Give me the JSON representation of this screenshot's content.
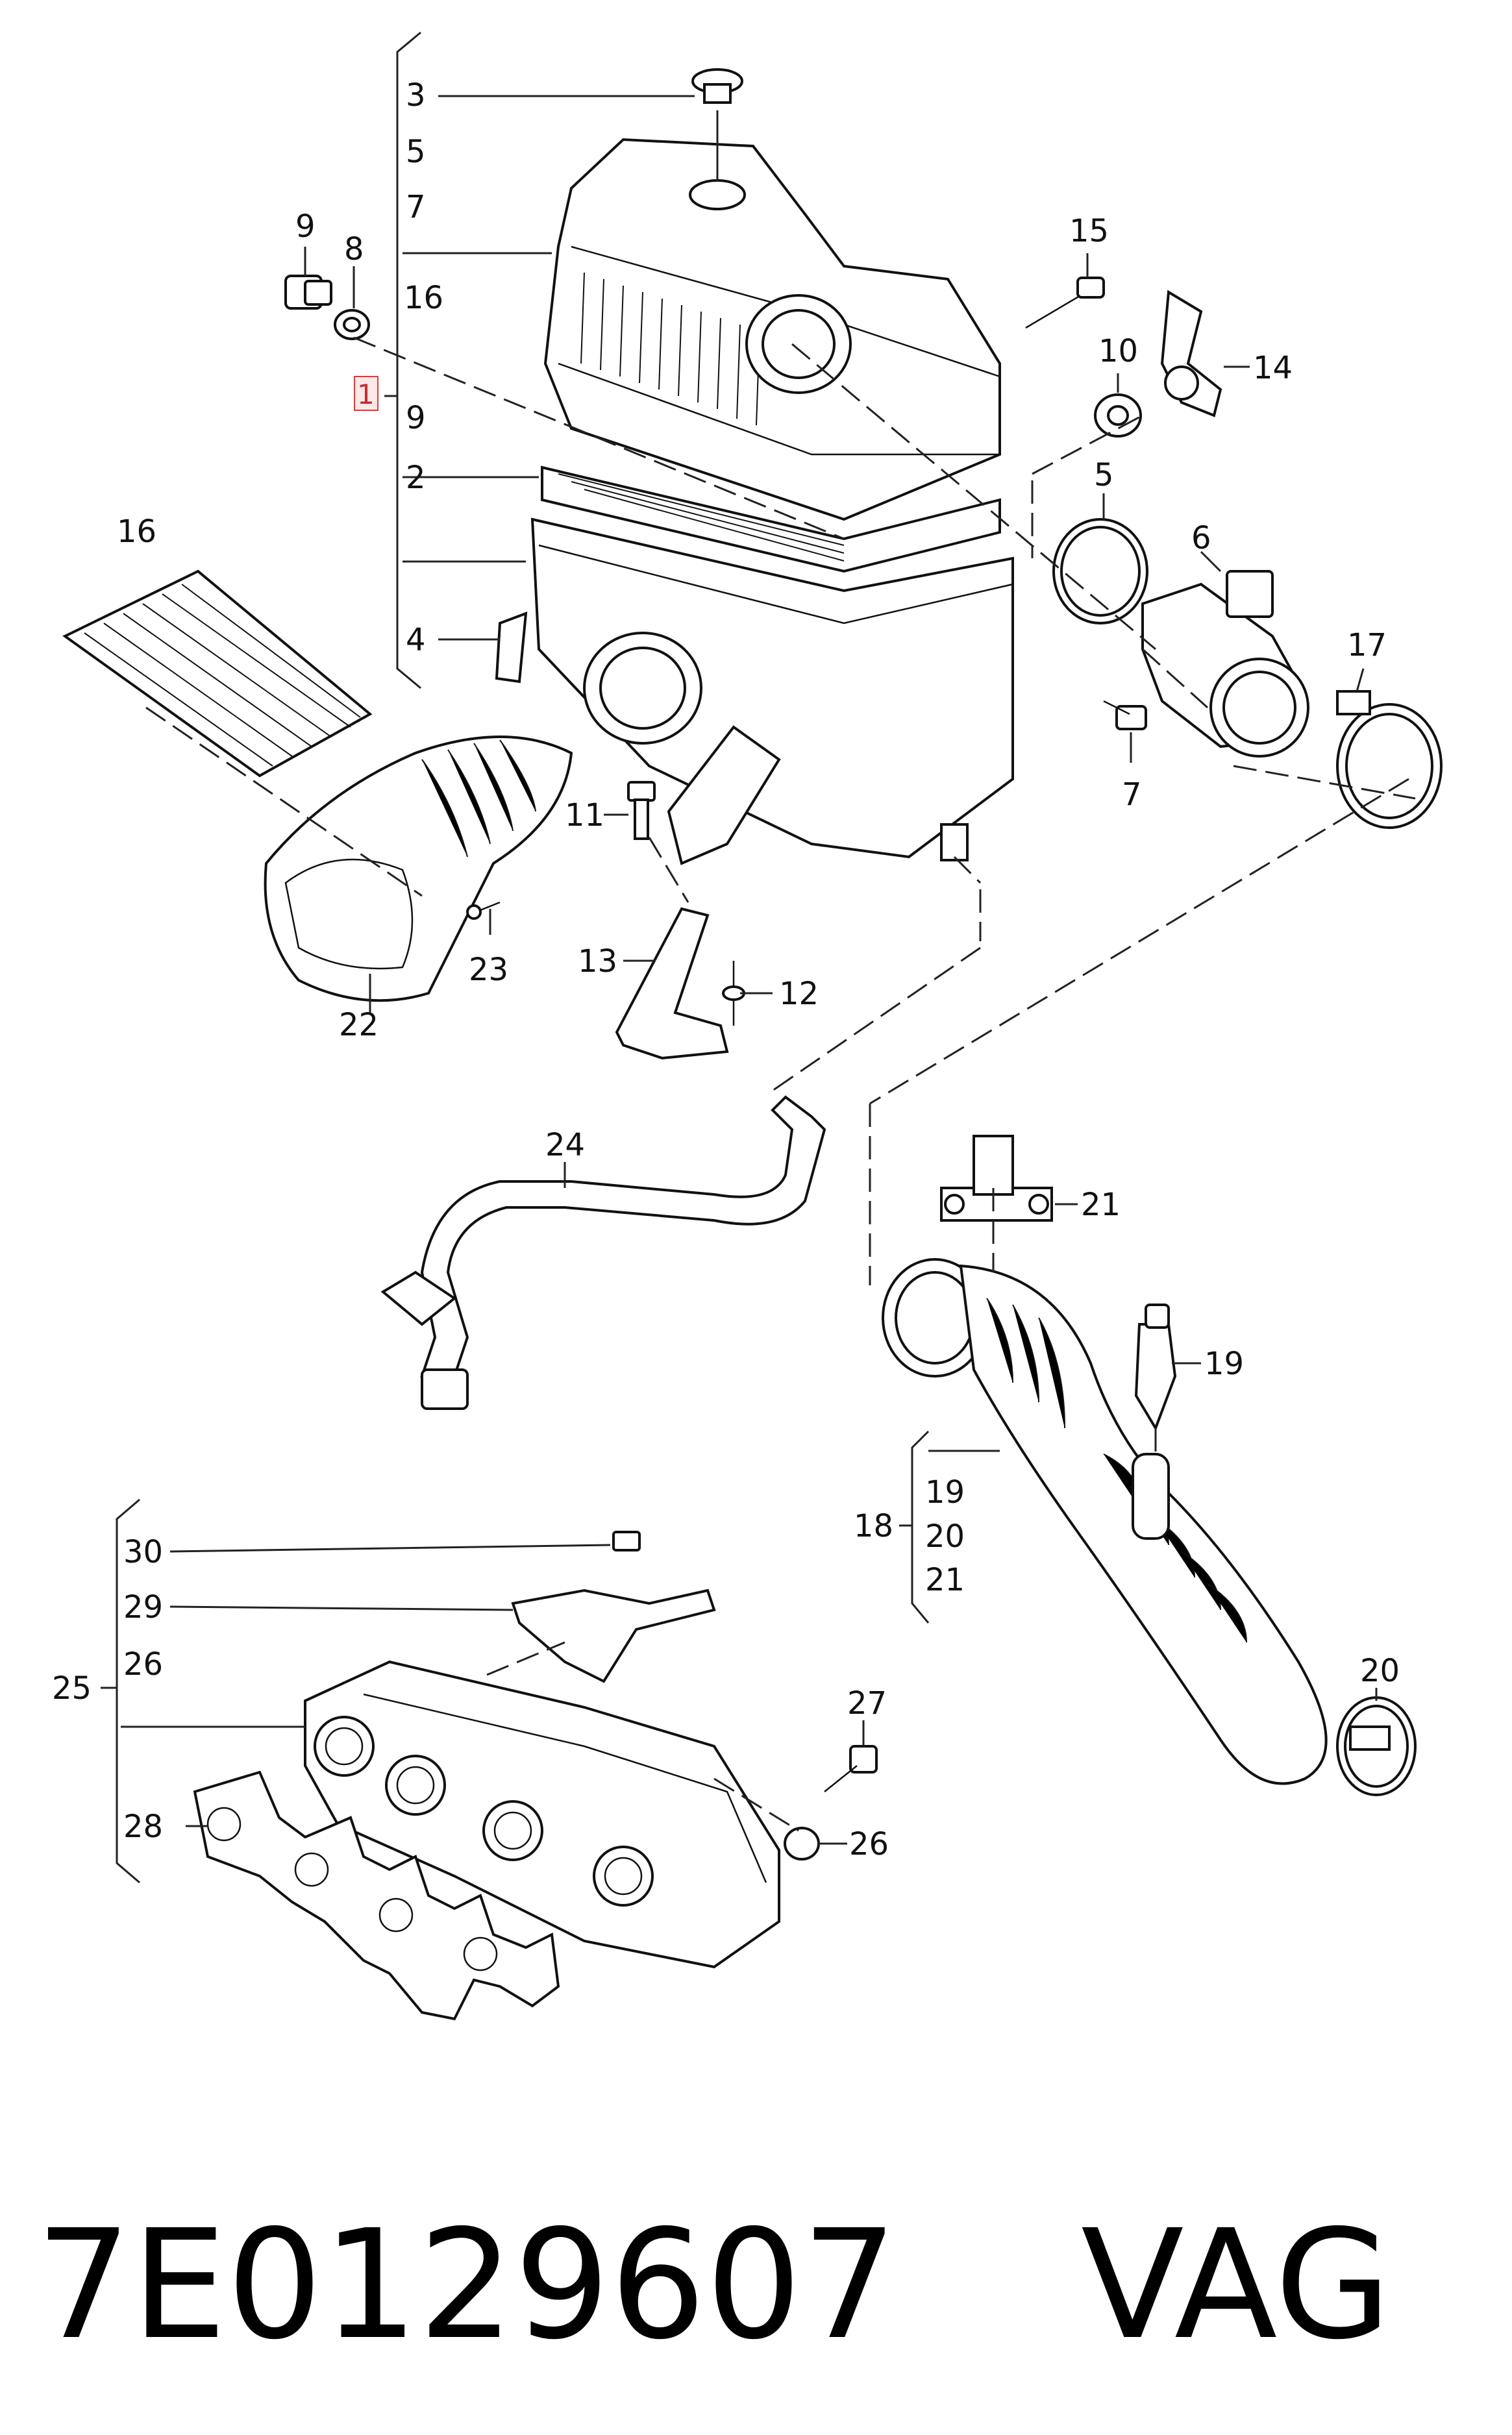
{
  "labels": {
    "l3": "3",
    "l5a": "5",
    "l7a": "7",
    "l16a": "16",
    "l9a": "9",
    "l2": "2",
    "l4": "4",
    "l9b": "9",
    "l8": "8",
    "l1": "1",
    "l15": "15",
    "l14": "14",
    "l10": "10",
    "l5b": "5",
    "l6": "6",
    "l17": "17",
    "l7b": "7",
    "l16b": "16",
    "l22": "22",
    "l23": "23",
    "l11": "11",
    "l13": "13",
    "l12": "12",
    "l24": "24",
    "l21a": "21",
    "l19a": "19",
    "l18": "18",
    "l19b": "19",
    "l20a": "20",
    "l21b": "21",
    "l20b": "20",
    "l30": "30",
    "l29": "29",
    "l26a": "26",
    "l25": "25",
    "l28": "28",
    "l27": "27",
    "l26b": "26"
  },
  "footer": {
    "part_number": "7E0129607",
    "brand": "VAG"
  }
}
